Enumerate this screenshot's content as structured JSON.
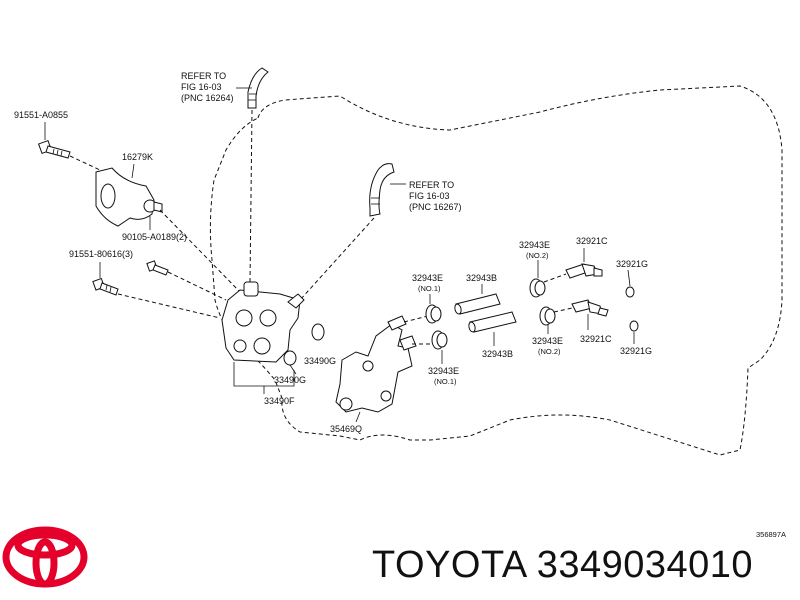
{
  "refs": {
    "top": {
      "l1": "REFER TO",
      "l2": "FIG 16-03",
      "l3": "(PNC 16264)"
    },
    "mid": {
      "l1": "REFER TO",
      "l2": "FIG 16-03",
      "l3": "(PNC 16267)"
    }
  },
  "parts": {
    "p91551_A0855": "91551-A0855",
    "p16279K": "16279K",
    "p90105": "90105-A0189(2)",
    "p91551_80616": "91551-80616(3)",
    "p33490G_a": "33490G",
    "p33490G_b": "33490G",
    "p33490F": "33490F",
    "p35469Q": "35469Q",
    "p32943E_1a": "32943E",
    "p32943E_1a_q": "(NO.1)",
    "p32943B_a": "32943B",
    "p32943E_2a": "32943E",
    "p32943E_2a_q": "(NO.2)",
    "p32921C_a": "32921C",
    "p32921G_a": "32921G",
    "p32943B_b": "32943B",
    "p32943E_2b": "32943E",
    "p32943E_2b_q": "(NO.2)",
    "p32921C_b": "32921C",
    "p32921G_b": "32921G",
    "p32943E_1b": "32943E",
    "p32943E_1b_q": "(NO.1)"
  },
  "diagram_code": "356897A",
  "footer": {
    "brand": "TOYOTA",
    "part_number": "3349034010",
    "logo_color": "#e4002b"
  }
}
